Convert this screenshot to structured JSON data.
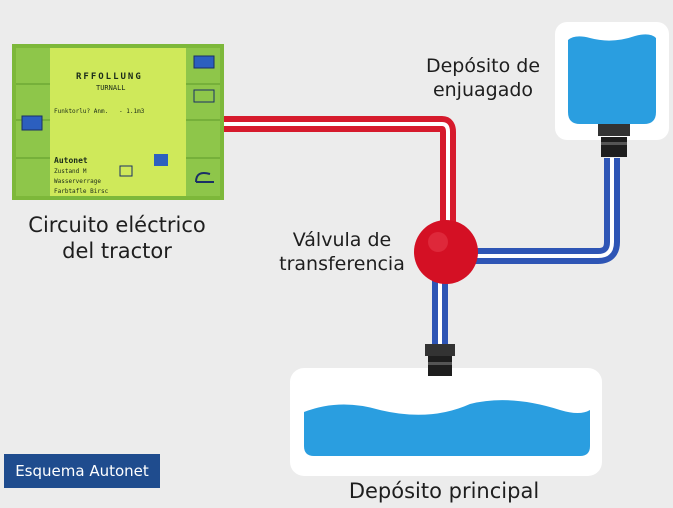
{
  "labels": {
    "tractor": [
      "Circuito eléctrico",
      "del tractor"
    ],
    "valve": [
      "Válvula de",
      "transferencia"
    ],
    "rinse": [
      "Depósito de",
      "enjuagado"
    ],
    "main": "Depósito principal"
  },
  "caption": "Esquema Autonet",
  "screen": {
    "title": "RFFOLLUNG",
    "subtitle": "TURNALL",
    "line1": "Funktorlu? Anm.   - 1.1m3",
    "section": "Autonet",
    "line2": "Zustand M  ",
    "line3": "Wasserverrage",
    "line4": "Farbtafle Birsc"
  },
  "colors": {
    "background": "#ececec",
    "panel": "#ffffff",
    "screen": "#cfe95a",
    "screen_frame": "#7db83a",
    "pipe_red": "#d61a2c",
    "pipe_blue": "#2e55b5",
    "water": "#2a9ee0",
    "valve": "#d41024",
    "caption_bg": "#1f4c8e"
  }
}
